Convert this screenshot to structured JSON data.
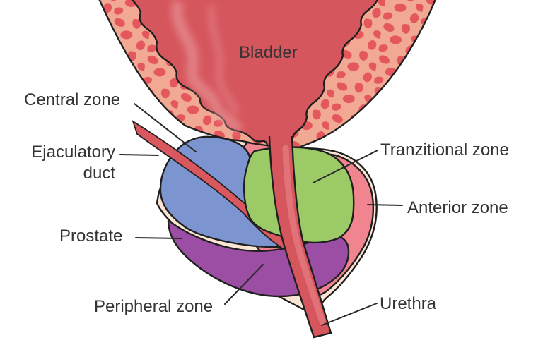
{
  "labels": {
    "bladder": "Bladder",
    "central_zone": "Central zone",
    "ejaculatory_duct_line1": "Ejaculatory",
    "ejaculatory_duct_line2": "duct",
    "tranzitional_zone": "Tranzitional zone",
    "anterior_zone": "Anterior zone",
    "prostate": "Prostate",
    "peripheral_zone": "Peripheral zone",
    "urethra": "Urethra"
  },
  "colors": {
    "bladder_interior": "#d6565d",
    "bladder_wall": "#f1a994",
    "bladder_wall_spots": "#e4575d",
    "bladder_streak": "#eaa3a4",
    "capsule_cream": "#fae4d3",
    "anterior_zone_pink": "#f0858f",
    "central_zone_blue": "#7c95d0",
    "transitional_zone_green": "#9bca67",
    "peripheral_zone_purple": "#9c4ea4",
    "urethra_red": "#d6565d",
    "urethra_highlight": "#e2757b",
    "ejaculatory_duct_red": "#d9585f",
    "outline": "#1f1f1f",
    "label_text": "#343434"
  }
}
